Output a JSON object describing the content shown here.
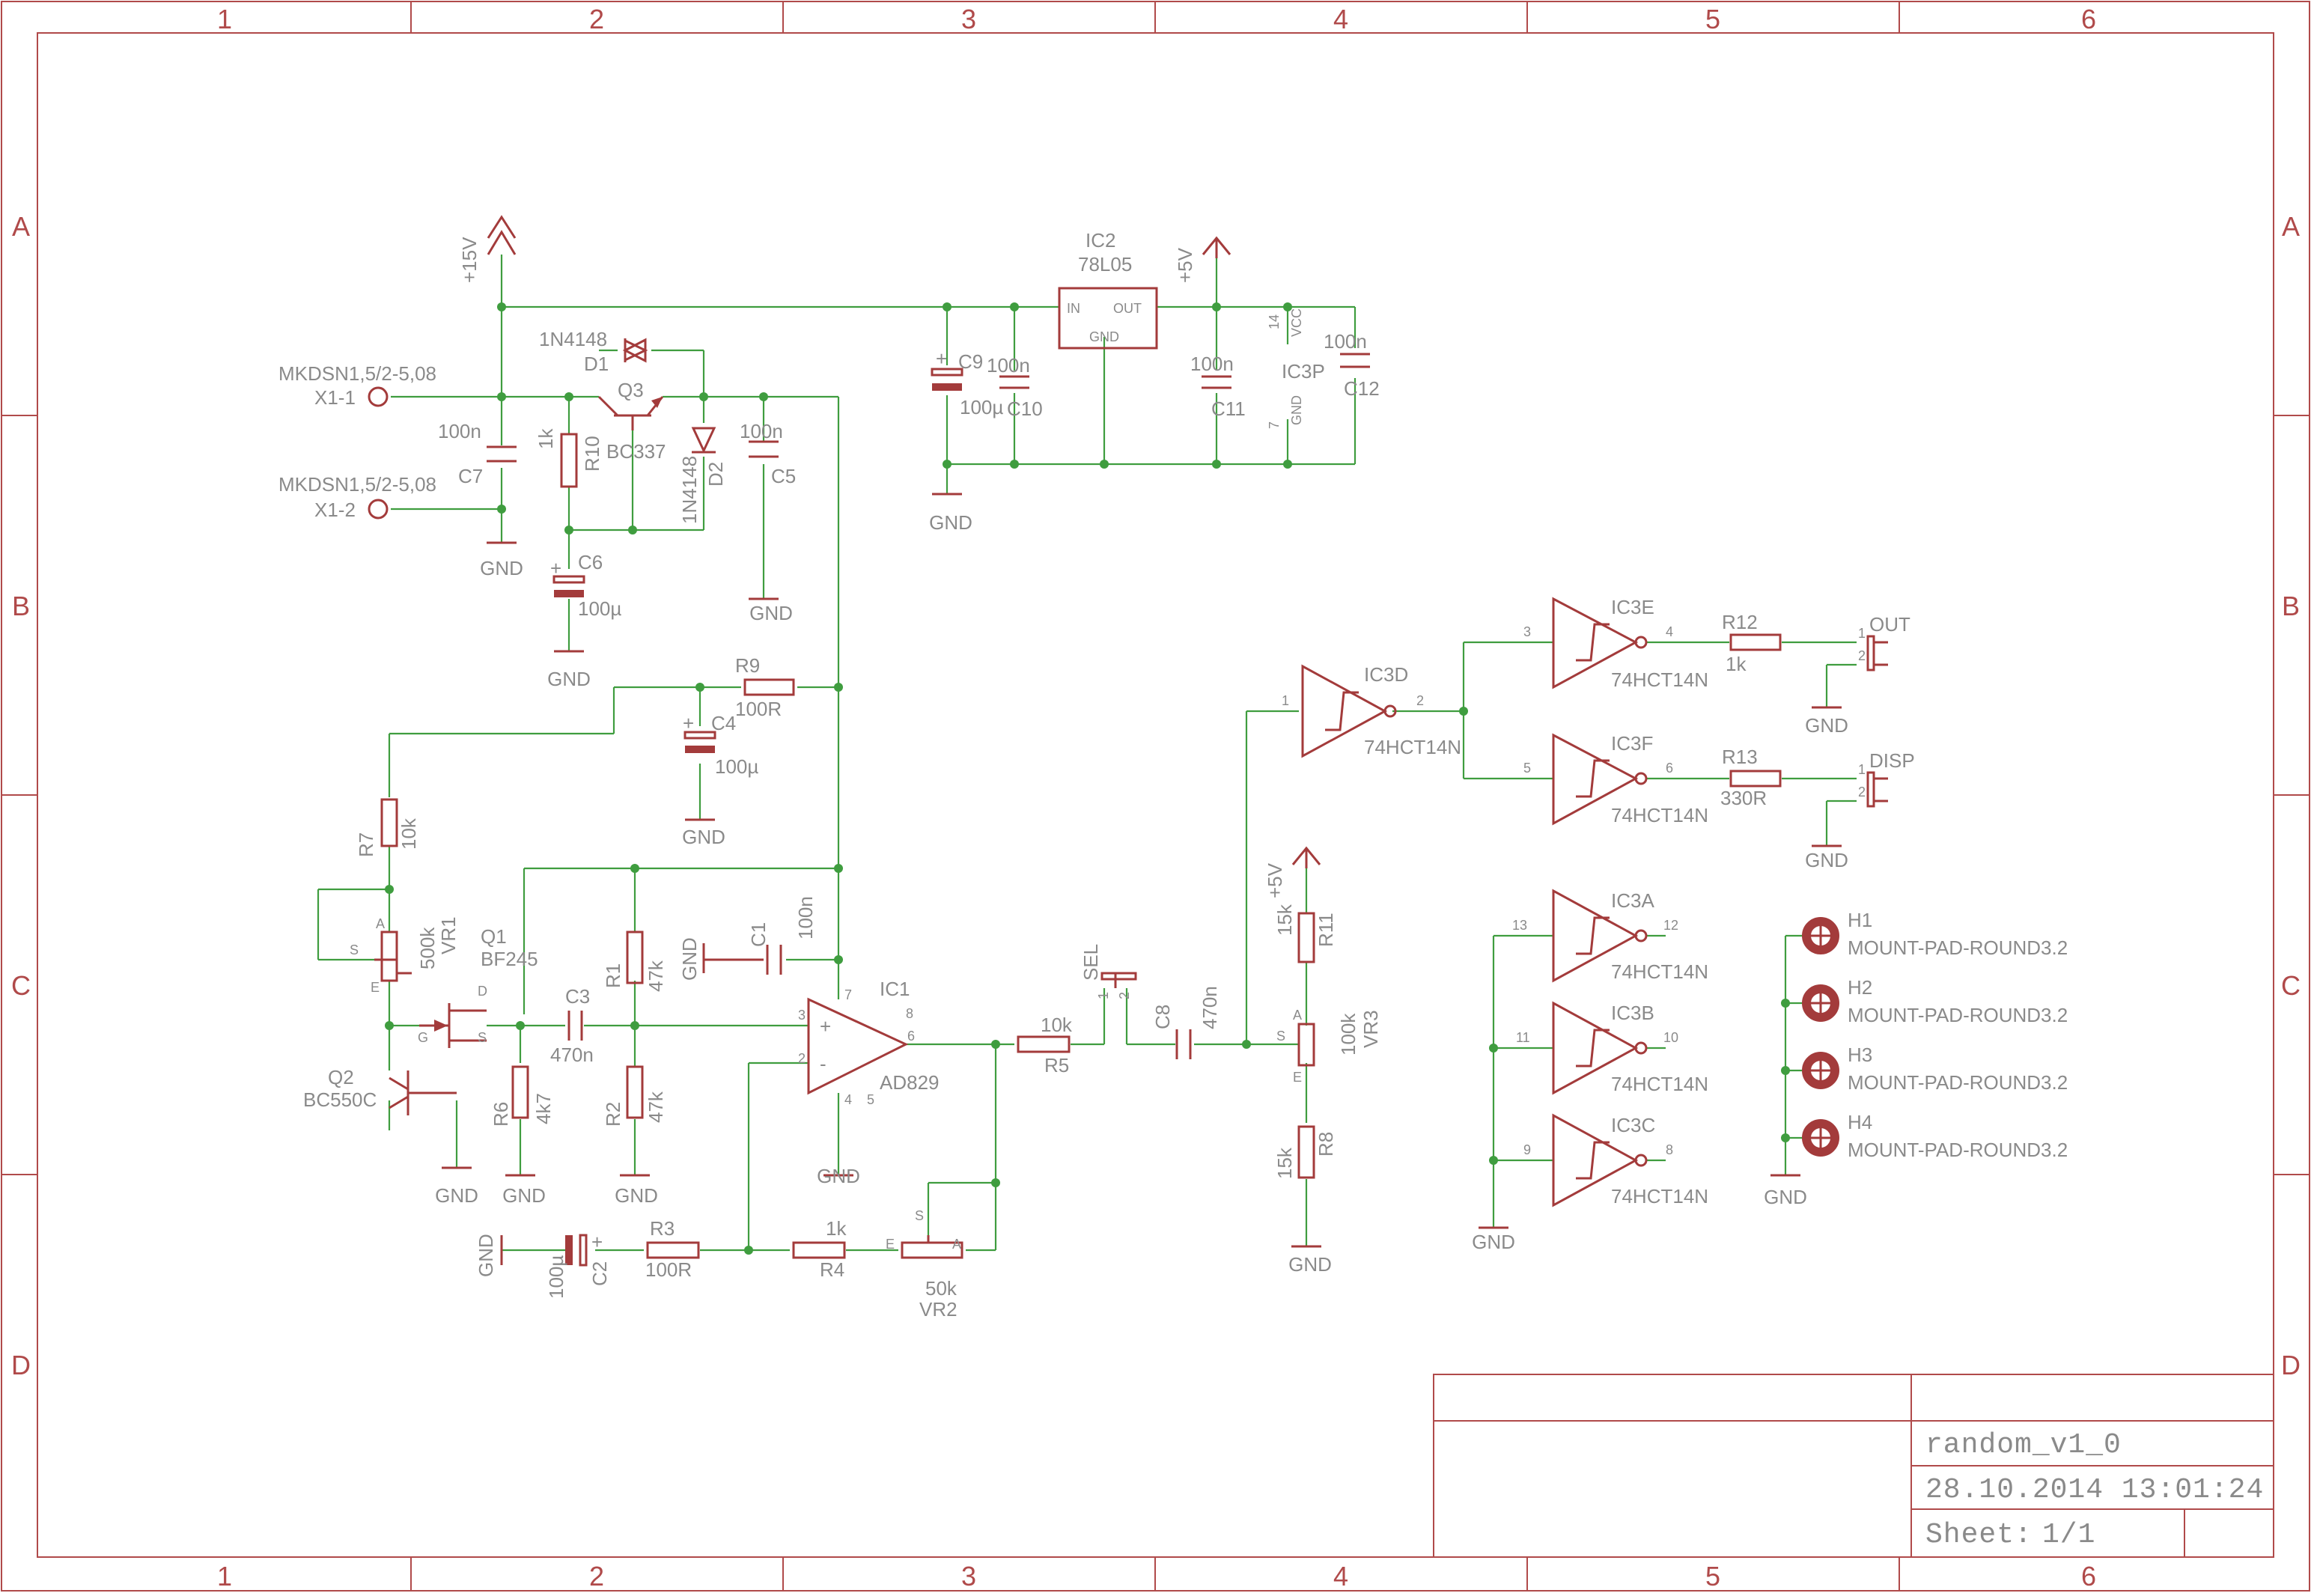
{
  "frame": {
    "columns": [
      "1",
      "2",
      "3",
      "4",
      "5",
      "6"
    ],
    "rows": [
      "A",
      "B",
      "C",
      "D"
    ]
  },
  "title_block": {
    "name": "random_v1_0",
    "date": "28.10.2014 13:01:24",
    "sheet_label": "Sheet:",
    "sheet_value": "1/1"
  },
  "power": {
    "p15v": "+15V",
    "p5v": "+5V",
    "gnd": "GND"
  },
  "components": {
    "x1": {
      "part": "MKDSN1,5/2-5,08",
      "pin1": "X1-1",
      "pin2": "X1-2"
    },
    "d1": {
      "name": "D1",
      "value": "1N4148"
    },
    "d2": {
      "name": "D2",
      "value": "1N4148"
    },
    "q1": {
      "name": "Q1",
      "value": "BF245"
    },
    "q2": {
      "name": "Q2",
      "value": "BC550C"
    },
    "q3": {
      "name": "Q3",
      "value": "BC337"
    },
    "ic1": {
      "name": "IC1",
      "value": "AD829"
    },
    "ic2": {
      "name": "IC2",
      "value": "78L05",
      "pin_in": "IN",
      "pin_out": "OUT",
      "pin_gnd": "GND"
    },
    "ic3p": {
      "name": "IC3P",
      "vcc": "VCC",
      "gnd": "GND",
      "pin_vcc": "14",
      "pin_gnd": "7"
    },
    "ic3a": {
      "name": "IC3A",
      "value": "74HCT14N",
      "pin_in": "13",
      "pin_out": "12"
    },
    "ic3b": {
      "name": "IC3B",
      "value": "74HCT14N",
      "pin_in": "11",
      "pin_out": "10"
    },
    "ic3c": {
      "name": "IC3C",
      "value": "74HCT14N",
      "pin_in": "9",
      "pin_out": "8"
    },
    "ic3d": {
      "name": "IC3D",
      "value": "74HCT14N",
      "pin_in": "1",
      "pin_out": "2"
    },
    "ic3e": {
      "name": "IC3E",
      "value": "74HCT14N",
      "pin_in": "3",
      "pin_out": "4"
    },
    "ic3f": {
      "name": "IC3F",
      "value": "74HCT14N",
      "pin_in": "5",
      "pin_out": "6"
    },
    "c1": {
      "name": "C1",
      "value": "100n"
    },
    "c2": {
      "name": "C2",
      "value": "100µ"
    },
    "c3": {
      "name": "C3",
      "value": "470n"
    },
    "c4": {
      "name": "C4",
      "value": "100µ"
    },
    "c5": {
      "name": "C5",
      "value": "100n"
    },
    "c6": {
      "name": "C6",
      "value": "100µ"
    },
    "c7": {
      "name": "C7",
      "value": "100n"
    },
    "c8": {
      "name": "C8",
      "value": "470n"
    },
    "c9": {
      "name": "C9",
      "value": "100µ"
    },
    "c10": {
      "name": "C10",
      "value": "100n"
    },
    "c11": {
      "name": "C11",
      "value": "100n"
    },
    "c12": {
      "name": "C12",
      "value": "100n"
    },
    "r1": {
      "name": "R1",
      "value": "47k"
    },
    "r2": {
      "name": "R2",
      "value": "47k"
    },
    "r3": {
      "name": "R3",
      "value": "100R"
    },
    "r4": {
      "name": "R4",
      "value": "1k"
    },
    "r5": {
      "name": "R5",
      "value": "10k"
    },
    "r6": {
      "name": "R6",
      "value": "4k7"
    },
    "r7": {
      "name": "R7",
      "value": "10k"
    },
    "r8": {
      "name": "R8",
      "value": "15k"
    },
    "r9": {
      "name": "R9",
      "value": "100R"
    },
    "r10": {
      "name": "R10",
      "value": "1k"
    },
    "r11": {
      "name": "R11",
      "value": "15k"
    },
    "r12": {
      "name": "R12",
      "value": "1k"
    },
    "r13": {
      "name": "R13",
      "value": "330R"
    },
    "vr1": {
      "name": "VR1",
      "value": "500k"
    },
    "vr2": {
      "name": "VR2",
      "value": "50k"
    },
    "vr3": {
      "name": "VR3",
      "value": "100k"
    },
    "sel": {
      "name": "SEL"
    },
    "out": {
      "name": "OUT"
    },
    "disp": {
      "name": "DISP"
    },
    "h1": {
      "name": "H1",
      "value": "MOUNT-PAD-ROUND3.2"
    },
    "h2": {
      "name": "H2",
      "value": "MOUNT-PAD-ROUND3.2"
    },
    "h3": {
      "name": "H3",
      "value": "MOUNT-PAD-ROUND3.2"
    },
    "h4": {
      "name": "H4",
      "value": "MOUNT-PAD-ROUND3.2"
    }
  },
  "pins": {
    "p1": "1",
    "p2": "2",
    "p3": "3",
    "p4": "4",
    "p5": "5",
    "p6": "6",
    "p7": "7",
    "p8": "8",
    "a": "A",
    "e": "E",
    "s": "S",
    "d": "D",
    "g": "G",
    "plus": "+",
    "minus": "-"
  },
  "colors": {
    "frame": "#b04a4a",
    "symbol": "#a33b3b",
    "wire": "#3f9d3f",
    "label": "#8a8a8a"
  }
}
